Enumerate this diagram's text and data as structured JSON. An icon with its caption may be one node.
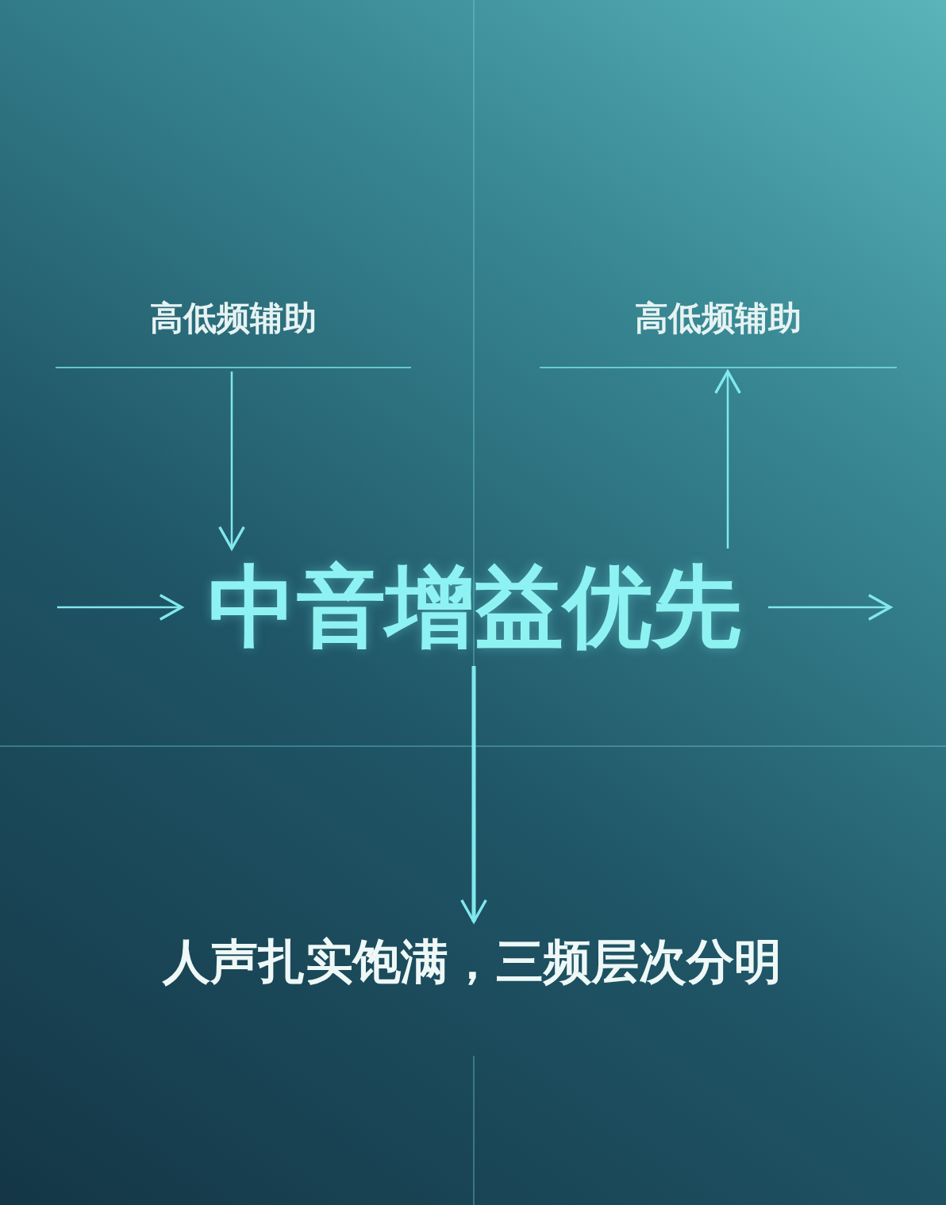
{
  "diagram": {
    "nodes": [
      {
        "text": [
          "高低频辅助"
        ]
      },
      {
        "text": [
          "高低频辅助"
        ]
      },
      {
        "text": [
          "中音增益优先"
        ]
      },
      {
        "text": [
          "人声扎实饱满，三频层次分明"
        ]
      }
    ],
    "edges": [
      {
        "from": 0,
        "to": 2,
        "arrow": "to"
      },
      {
        "from": 2,
        "to": 1,
        "arrow": "to"
      },
      {
        "from": null,
        "to": 2,
        "arrow": "to"
      },
      {
        "from": 2,
        "to": null,
        "arrow": "to"
      },
      {
        "from": 2,
        "to": 3,
        "arrow": "to",
        "style": "thick"
      }
    ]
  }
}
